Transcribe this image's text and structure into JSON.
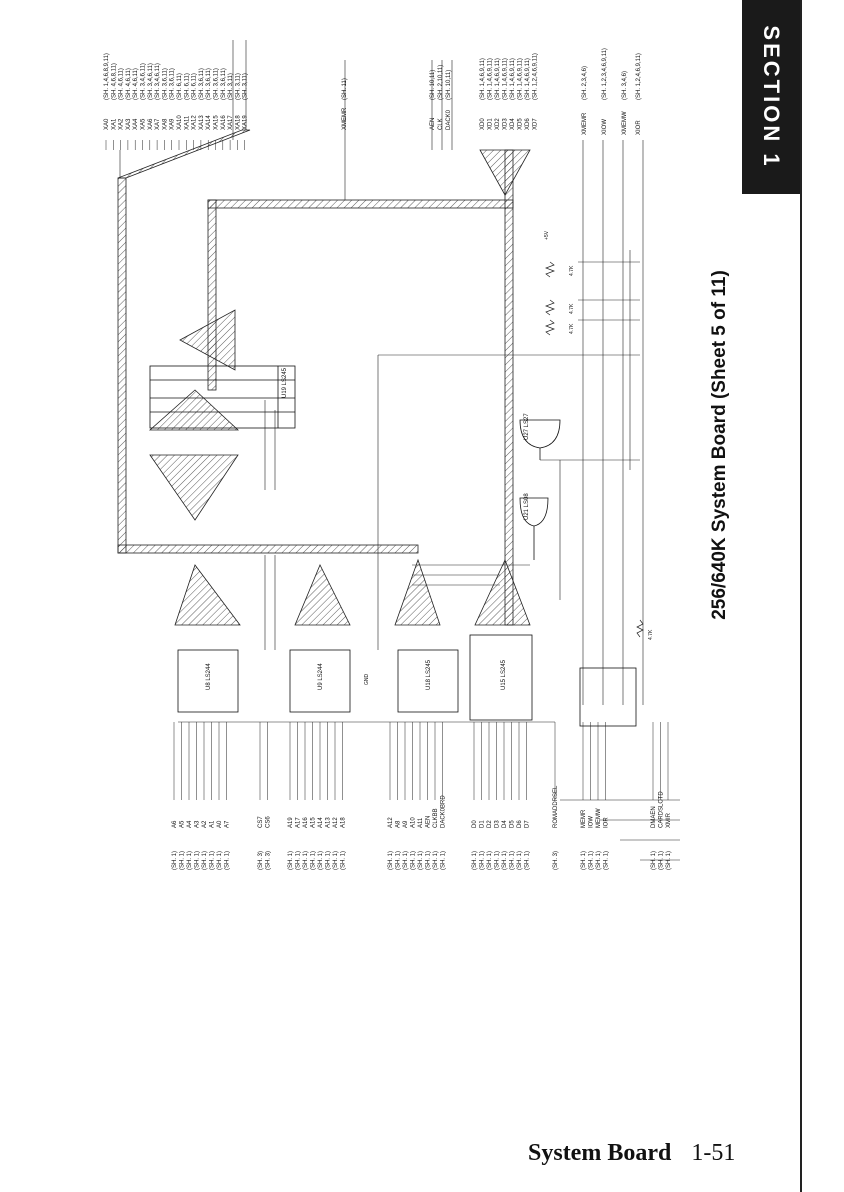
{
  "header": {
    "section_tab": "SECTION 1"
  },
  "schematic": {
    "title": "256/640K System Board (Sheet 5 of 11)",
    "top_bus_signals": [
      {
        "net": "XA0",
        "ref": "(SH. 1,4,6,8,9,11)"
      },
      {
        "net": "XA1",
        "ref": "(SH. 4,6,8,11)"
      },
      {
        "net": "XA2",
        "ref": "(SH. 4,6,11)"
      },
      {
        "net": "XA3",
        "ref": "(SH. 4,6,11)"
      },
      {
        "net": "XA4",
        "ref": "(SH. 4,6,11)"
      },
      {
        "net": "XA5",
        "ref": "(SH. 3,4,6,11)"
      },
      {
        "net": "XA6",
        "ref": "(SH. 3,4,6,11)"
      },
      {
        "net": "XA7",
        "ref": "(SH. 3,4,6,11)"
      },
      {
        "net": "XA8",
        "ref": "(SH. 3,6,11)"
      },
      {
        "net": "XA9",
        "ref": "(SH. 3,6,11)"
      },
      {
        "net": "XA10",
        "ref": "(SH. 6,11)"
      },
      {
        "net": "XA11",
        "ref": "(SH. 6,11)"
      },
      {
        "net": "XA12",
        "ref": "(SH. 6,11)"
      },
      {
        "net": "XA13",
        "ref": "(SH. 3,6,11)"
      },
      {
        "net": "XA14",
        "ref": "(SH. 3,6,11)"
      },
      {
        "net": "XA15",
        "ref": "(SH. 3,6,11)"
      },
      {
        "net": "XA16",
        "ref": "(SH. 3,6,11)"
      },
      {
        "net": "XA17",
        "ref": "(SH. 3,11)"
      },
      {
        "net": "XA18",
        "ref": "(SH. 3,11)"
      },
      {
        "net": "XA19",
        "ref": "(SH. 3,11)"
      }
    ],
    "mid_signals": [
      {
        "net": "XMEMR",
        "ref": "(SH. 11)"
      },
      {
        "net": "AEN",
        "ref": "(SH. 10,11)"
      },
      {
        "net": "CLK",
        "ref": "(SH. 2,10,11)"
      },
      {
        "net": "DACK0",
        "ref": "(SH. 10,11)"
      }
    ],
    "data_signals": [
      {
        "net": "XD0",
        "ref": "(SH. 1,4,6,9,11)"
      },
      {
        "net": "XD1",
        "ref": "(SH. 1,4,6,9,11)"
      },
      {
        "net": "XD2",
        "ref": "(SH. 1,4,6,9,11)"
      },
      {
        "net": "XD3",
        "ref": "(SH. 1,4,6,9,11)"
      },
      {
        "net": "XD4",
        "ref": "(SH. 1,4,6,9,11)"
      },
      {
        "net": "XD5",
        "ref": "(SH. 1,4,6,9,11)"
      },
      {
        "net": "XD6",
        "ref": "(SH. 1,4,6,9,11)"
      },
      {
        "net": "XD7",
        "ref": "(SH. 1,2,4,6,9,11)"
      }
    ],
    "ctrl_signals": [
      {
        "net": "XMEMR",
        "ref": "(SH. 2,3,4,6)"
      },
      {
        "net": "XIOW",
        "ref": "(SH. 1,2,3,4,6,9,11)"
      },
      {
        "net": "XMEMW",
        "ref": "(SH. 3,4,6)"
      },
      {
        "net": "XIOR",
        "ref": "(SH. 1,2,4,6,9,11)"
      }
    ],
    "left_groups": [
      {
        "signals": [
          "A6",
          "A5",
          "A4",
          "A3",
          "A2",
          "A1",
          "A0",
          "A7"
        ],
        "ref": "(SH. 1)"
      },
      {
        "signals": [
          "CS7",
          "CS6"
        ],
        "ref": "(SH. 3)"
      },
      {
        "signals": [
          "A19",
          "A17",
          "A16",
          "A15",
          "A14",
          "A13",
          "A12",
          "A18"
        ],
        "ref": "(SH. 1)"
      },
      {
        "signals": [
          "A12",
          "A8",
          "A9",
          "A10",
          "A11",
          "AEN",
          "CLKBB",
          "DACK0BRD"
        ],
        "ref": "(SH. 1)"
      },
      {
        "signals": [
          "D0",
          "D1",
          "D2",
          "D3",
          "D4",
          "D5",
          "D6",
          "D7"
        ],
        "ref": "(SH. 1)"
      },
      {
        "signals": [
          "ROMADDRSEL"
        ],
        "ref": "(SH. 3)"
      },
      {
        "signals": [
          "MEMR",
          "IOW",
          "MEMW",
          "IOR"
        ],
        "ref": "(SH. 1)"
      },
      {
        "signals": [
          "DMAEN",
          "CARDSLCTD",
          "XMIR"
        ],
        "ref": "(SH. 1)"
      }
    ],
    "chips": [
      {
        "label": "U8 LS244",
        "detail": "74LS244"
      },
      {
        "label": "U9 LS244",
        "detail": "74LS244"
      },
      {
        "label": "U18 LS245",
        "detail": "74LS245"
      },
      {
        "label": "U15 LS245",
        "detail": "74LS245"
      },
      {
        "label": "U19 LS245",
        "detail": "74LS245"
      },
      {
        "label": "U27 LS27",
        "detail": "74LS27"
      },
      {
        "label": "U21 LS08",
        "detail": "74LS08"
      }
    ],
    "resistors": [
      "4.7K",
      "4.7K",
      "4.7K",
      "4.7K"
    ],
    "power_label": "+5V",
    "ground_label": "GND"
  },
  "footer": {
    "section_name": "System Board",
    "page_number": "1-51"
  }
}
